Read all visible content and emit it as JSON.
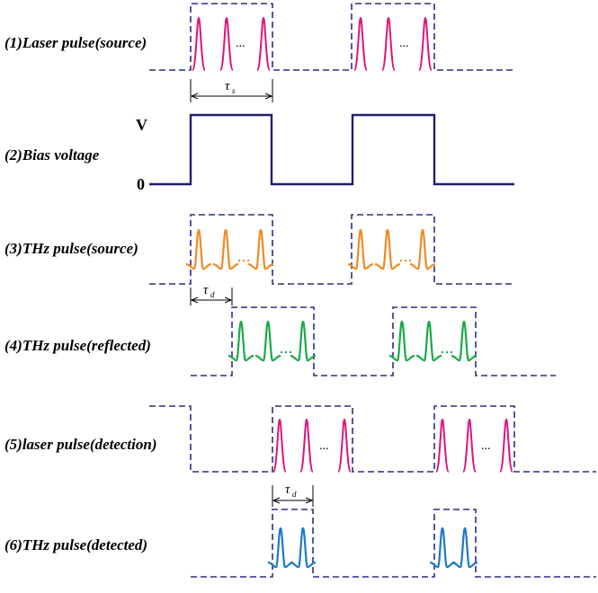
{
  "rows": {
    "laser_source": "(1)Laser pulse(source)",
    "bias_voltage": "(2)Bias voltage",
    "thz_source": "(3)THz pulse(source)",
    "thz_reflected": "(4)THz pulse(reflected)",
    "laser_detection": "(5)laser pulse(detection)",
    "thz_detected": "(6)THz pulse(detected)"
  },
  "bias_axis": {
    "high": "V",
    "low": "0"
  },
  "annotations": {
    "tau_s": {
      "symbol": "τ",
      "sub": "s"
    },
    "tau_d_source": {
      "symbol": "τ",
      "sub": "d"
    },
    "tau_d_detection": {
      "symbol": "τ",
      "sub": "d"
    }
  },
  "ellipsis": "...",
  "colors": {
    "laser_pulse": "#e0147a",
    "thz_source": "#f08a24",
    "thz_reflected": "#1aaa46",
    "thz_detected": "#1f78c8",
    "envelope": "#2b2f86",
    "bias_line": "#1f1f6e"
  }
}
